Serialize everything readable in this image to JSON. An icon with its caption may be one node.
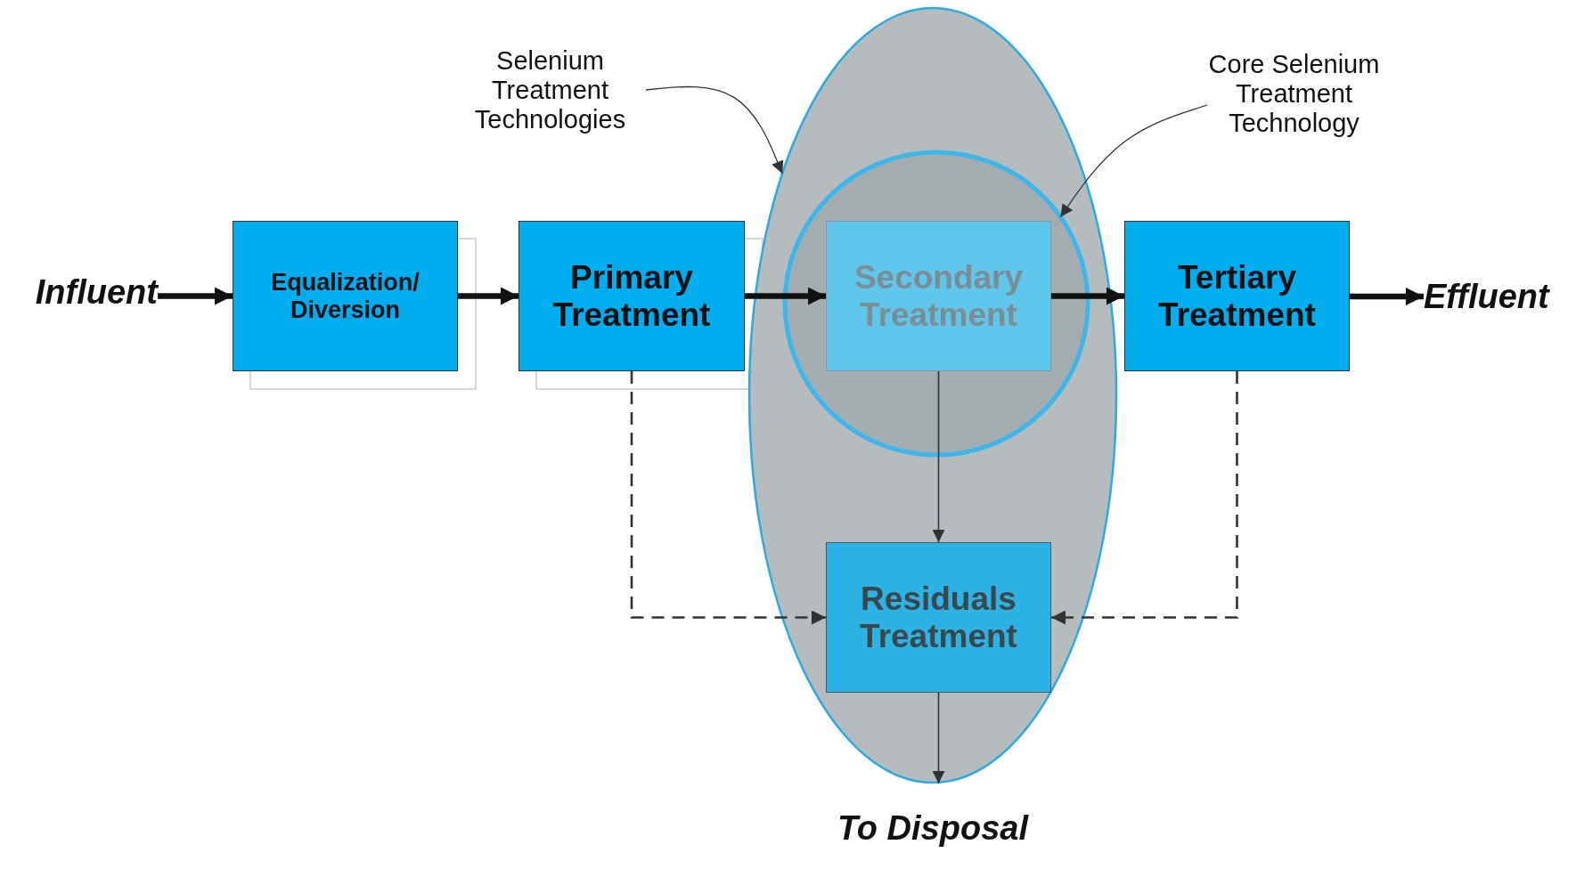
{
  "diagram": {
    "nodes": [
      {
        "text": [
          "Influent"
        ]
      },
      {
        "text": [
          "Equalization/ Diversion"
        ]
      },
      {
        "text": [
          "Primary Treatment"
        ]
      },
      {
        "text": [],
        "shape": "ellipse"
      },
      {
        "text": [],
        "shape": "circle",
        "in": 3
      },
      {
        "text": [
          "Secondary Treatment"
        ],
        "in": 4
      },
      {
        "text": [
          "Residuals Treatment"
        ],
        "in": 3
      },
      {
        "text": [
          "Tertiary Treatment"
        ]
      },
      {
        "text": [
          "Effluent"
        ]
      },
      {
        "text": [
          "To Disposal"
        ]
      },
      {
        "text": [
          "Selenium Treatment Technologies"
        ]
      },
      {
        "text": [
          "Core Selenium Treatment Technology"
        ]
      }
    ],
    "edges": [
      {
        "from": 0,
        "to": 1,
        "arrow": "to",
        "style": "thick"
      },
      {
        "from": 1,
        "to": 2,
        "arrow": "to",
        "style": "thick"
      },
      {
        "from": 2,
        "to": 5,
        "arrow": "to",
        "style": "thick"
      },
      {
        "from": 5,
        "to": 7,
        "arrow": "to",
        "style": "thick"
      },
      {
        "from": 7,
        "to": 8,
        "arrow": "to",
        "style": "thick"
      },
      {
        "from": 5,
        "to": 6,
        "arrow": "to"
      },
      {
        "from": 2,
        "to": 6,
        "arrow": "to",
        "style": "dashed"
      },
      {
        "from": 7,
        "to": 6,
        "arrow": "to",
        "style": "dashed"
      },
      {
        "from": 6,
        "to": 9,
        "arrow": "to"
      },
      {
        "from": 10,
        "to": 3,
        "arrow": "to"
      },
      {
        "from": 11,
        "to": 4,
        "arrow": "to"
      }
    ]
  }
}
